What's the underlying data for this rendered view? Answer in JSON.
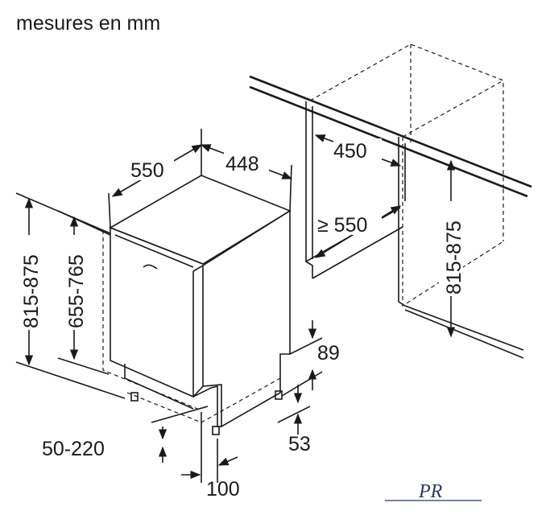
{
  "title": "mesures en mm",
  "dimensions": {
    "depth_appliance": "550",
    "width_appliance": "448",
    "niche_width": "450",
    "niche_depth": "≥ 550",
    "niche_height": "815-875",
    "appliance_height": "815-875",
    "door_height": "655-765",
    "plinth_height": "89",
    "plinth_offset": "53",
    "foot_adjust": "50-220",
    "plinth_depth": "100"
  },
  "logo_text": "PR",
  "colors": {
    "line": "#1a1a1a",
    "logo": "#2b3a5a"
  }
}
